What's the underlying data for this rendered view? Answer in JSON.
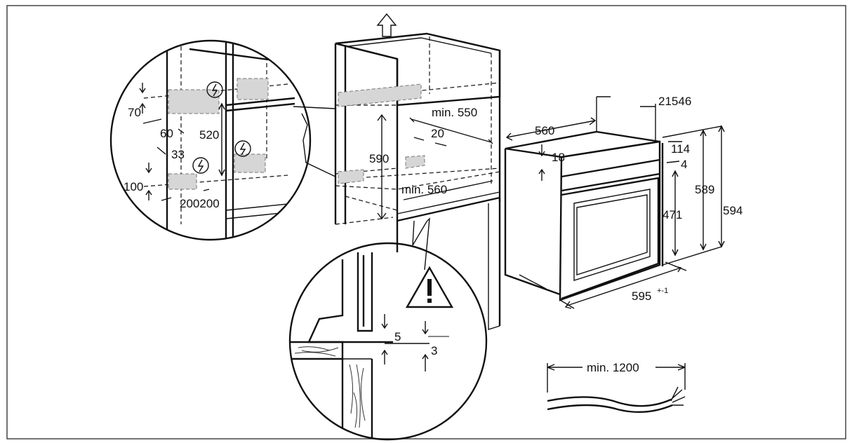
{
  "labels": {
    "d_min550": "min. 550",
    "d_min560": "min. 560",
    "d_590": "590",
    "d_20": "20",
    "d_70": "70",
    "d_60": "60",
    "d_520": "520",
    "d_33": "33",
    "d_100": "100",
    "d_200200": "200200",
    "d_560": "560",
    "d_18": "18",
    "d_21546": "21546",
    "d_114": "114",
    "d_4": "4",
    "d_471": "471",
    "d_589": "589",
    "d_594": "594",
    "d_595": "595",
    "d_595_tol": "+-1",
    "d_5": "5",
    "d_3": "3",
    "d_min1200": "min. 1200"
  },
  "icons": {
    "upward_arrow": "up-arrow-icon",
    "electric_symbol": "lightning-circle-icon",
    "warning_symbol": "warning-triangle-icon"
  }
}
